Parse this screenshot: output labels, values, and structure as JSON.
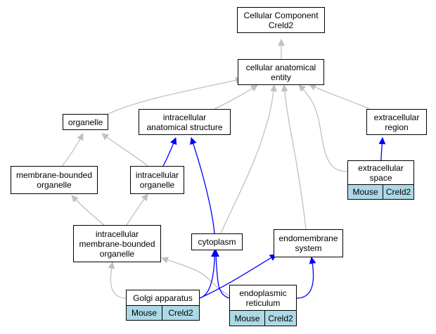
{
  "nodes": {
    "cellular_component": "Cellular Component\nCreld2",
    "cellular_anatomical_entity": "cellular anatomical\nentity",
    "organelle": "organelle",
    "intracellular_anatomical_structure": "intracellular\nanatomical structure",
    "extracellular_region": "extracellular\nregion",
    "membrane_bounded_organelle": "membrane-bounded\norganelle",
    "intracellular_organelle": "intracellular\norganelle",
    "extracellular_space": "extracellular\nspace",
    "intracellular_membrane_bounded_organelle": "intracellular\nmembrane-bounded\norganelle",
    "cytoplasm": "cytoplasm",
    "endomembrane_system": "endomembrane\nsystem",
    "golgi_apparatus": "Golgi apparatus",
    "endoplasmic_reticulum": "endoplasmic\nreticulum"
  },
  "annotations": {
    "extracellular_space": {
      "organism": "Mouse",
      "gene": "Creld2"
    },
    "golgi_apparatus": {
      "organism": "Mouse",
      "gene": "Creld2"
    },
    "endoplasmic_reticulum": {
      "organism": "Mouse",
      "gene": "Creld2"
    }
  },
  "colors": {
    "is_a_edge": "#c0c0c0",
    "part_of_edge": "#0000ff",
    "annotation_fill": "#add8e6"
  }
}
